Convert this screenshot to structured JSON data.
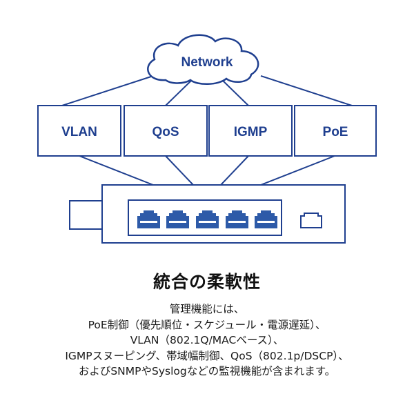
{
  "diagram": {
    "network_label": "Network",
    "boxes": [
      "VLAN",
      "QoS",
      "IGMP",
      "PoE"
    ]
  },
  "heading": "統合の柔軟性",
  "description": [
    "管理機能には、",
    "PoE制御（優先順位・スケジュール・電源遅延）、",
    "VLAN（802.1Q/MACベース）、",
    "IGMPスヌーピング、帯域幅制御、QoS（802.1p/DSCP）、",
    "およびSNMPやSyslogなどの監視機能が含まれます。"
  ],
  "colors": {
    "primary": "#1f3f8f",
    "port": "#2d5aa8",
    "text": "#111111"
  }
}
